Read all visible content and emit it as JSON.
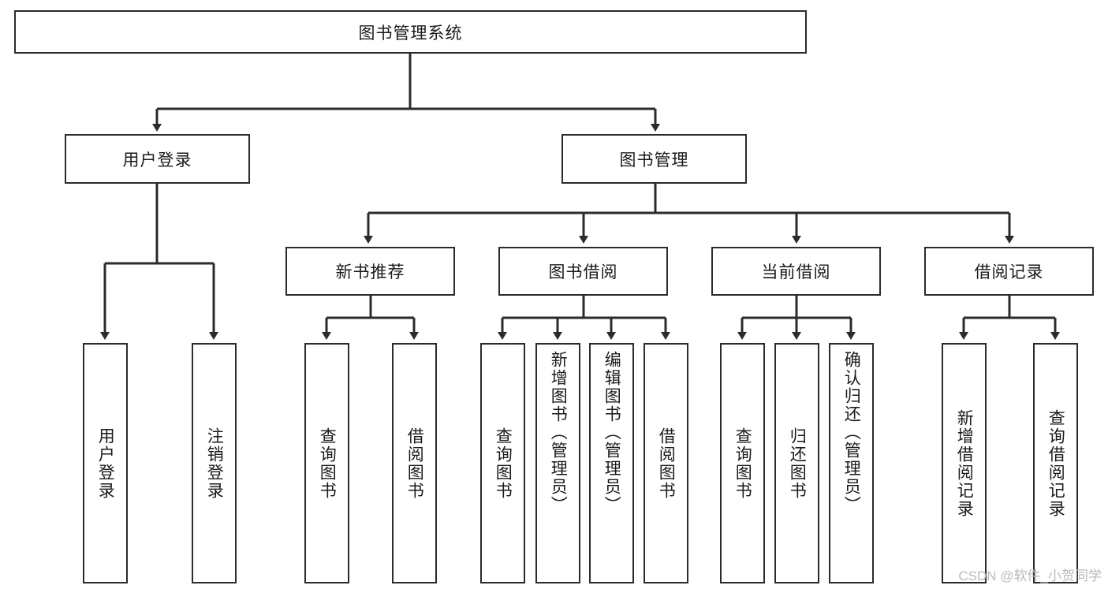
{
  "diagram": {
    "type": "tree-hierarchy-diagram",
    "title": "图书管理系统",
    "root": {
      "id": "root",
      "label": "图书管理系统"
    },
    "level1": [
      {
        "id": "user-login",
        "label": "用户登录"
      },
      {
        "id": "book-management",
        "label": "图书管理"
      }
    ],
    "level2": [
      {
        "id": "new-book-recommend",
        "label": "新书推荐"
      },
      {
        "id": "book-borrow",
        "label": "图书借阅"
      },
      {
        "id": "current-borrow",
        "label": "当前借阅"
      },
      {
        "id": "borrow-record",
        "label": "借阅记录"
      }
    ],
    "leaves": [
      {
        "id": "leaf-user-login",
        "label": "用户登录"
      },
      {
        "id": "leaf-logout-login",
        "label": "注销登录"
      },
      {
        "id": "leaf-query-book-1",
        "label": "查询图书"
      },
      {
        "id": "leaf-borrow-book-1",
        "label": "借阅图书"
      },
      {
        "id": "leaf-query-book-2",
        "label": "查询图书"
      },
      {
        "id": "leaf-add-book-admin",
        "label": "新增图书（管理员）"
      },
      {
        "id": "leaf-edit-book-admin",
        "label": "编辑图书（管理员）"
      },
      {
        "id": "leaf-borrow-book-2",
        "label": "借阅图书"
      },
      {
        "id": "leaf-query-book-3",
        "label": "查询图书"
      },
      {
        "id": "leaf-return-book",
        "label": "归还图书"
      },
      {
        "id": "leaf-confirm-return-admin",
        "label": "确认归还（管理员）"
      },
      {
        "id": "leaf-add-borrow-record",
        "label": "新增借阅记录"
      },
      {
        "id": "leaf-query-borrow-record",
        "label": "查询借阅记录"
      }
    ],
    "watermark": "CSDN @软件_小贺同学",
    "colors": {
      "border": "#2b2b2b",
      "background": "#ffffff",
      "text": "#1a1a1a",
      "watermark": "#b9b9b9"
    }
  }
}
